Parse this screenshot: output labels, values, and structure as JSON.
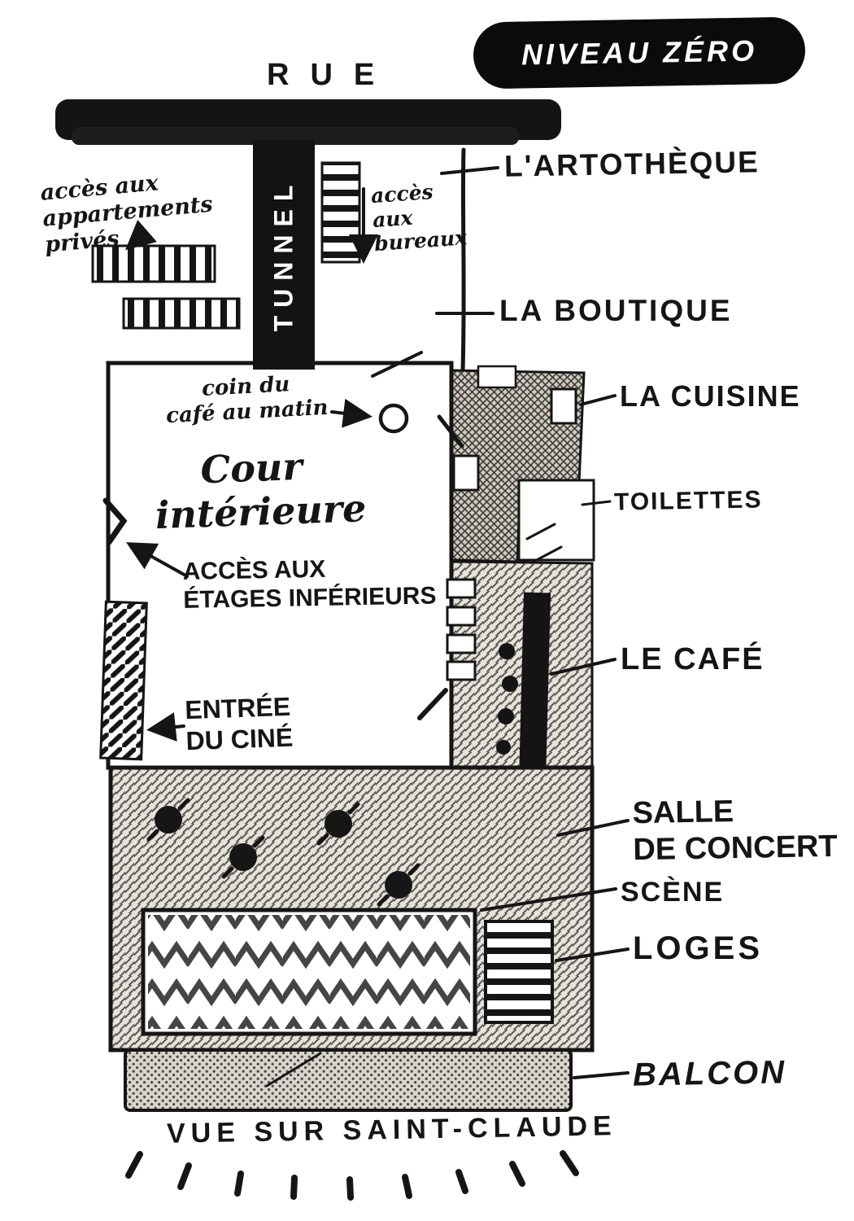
{
  "badge": {
    "label": "NIVEAU ZÉRO"
  },
  "street": {
    "label": "RUE"
  },
  "tunnel": {
    "label": "TUNNEL"
  },
  "annotations": {
    "acces_appartements": "accès aux\nappartements privés",
    "acces_bureaux": "accès\naux\nbureaux",
    "coin_cafe": "coin du\ncafé au matin",
    "cour_interieure": "Cour\nintérieure",
    "acces_etages": "ACCÈS AUX\nÉTAGES INFÉRIEURS",
    "entree_cine": "ENTRÉE\nDU CINÉ"
  },
  "rooms": {
    "artotheque": "L'ARTOTHÈQUE",
    "boutique": "LA BOUTIQUE",
    "cuisine": "LA CUISINE",
    "toilettes": "TOILETTES",
    "cafe": "LE CAFÉ",
    "salle_concert": "SALLE\nDE CONCERT",
    "scene": "SCÈNE",
    "loges": "LOGES",
    "balcon": "BALCON"
  },
  "footer": {
    "label": "VUE SUR SAINT-CLAUDE"
  },
  "colors": {
    "ink": "#151515",
    "paper": "#ffffff"
  }
}
